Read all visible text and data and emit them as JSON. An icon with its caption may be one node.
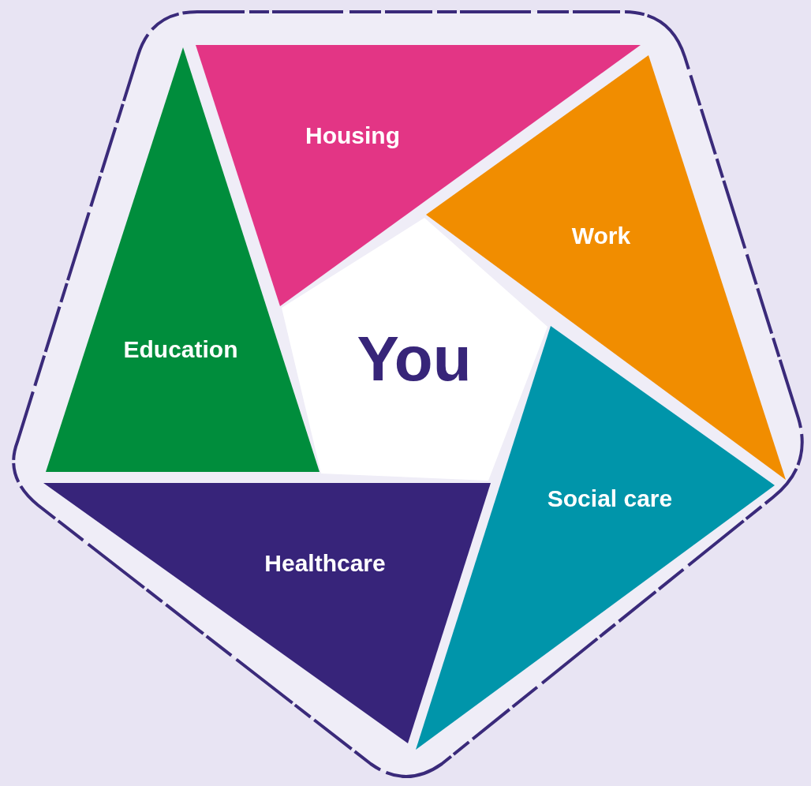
{
  "diagram": {
    "nodes": [
      {
        "text": [
          "Housing"
        ]
      },
      {
        "text": [
          "Work"
        ]
      },
      {
        "text": [
          "Education"
        ]
      },
      {
        "text": [
          "You"
        ]
      },
      {
        "text": [
          "Social care"
        ]
      },
      {
        "text": [
          "Healthcare"
        ]
      }
    ]
  }
}
